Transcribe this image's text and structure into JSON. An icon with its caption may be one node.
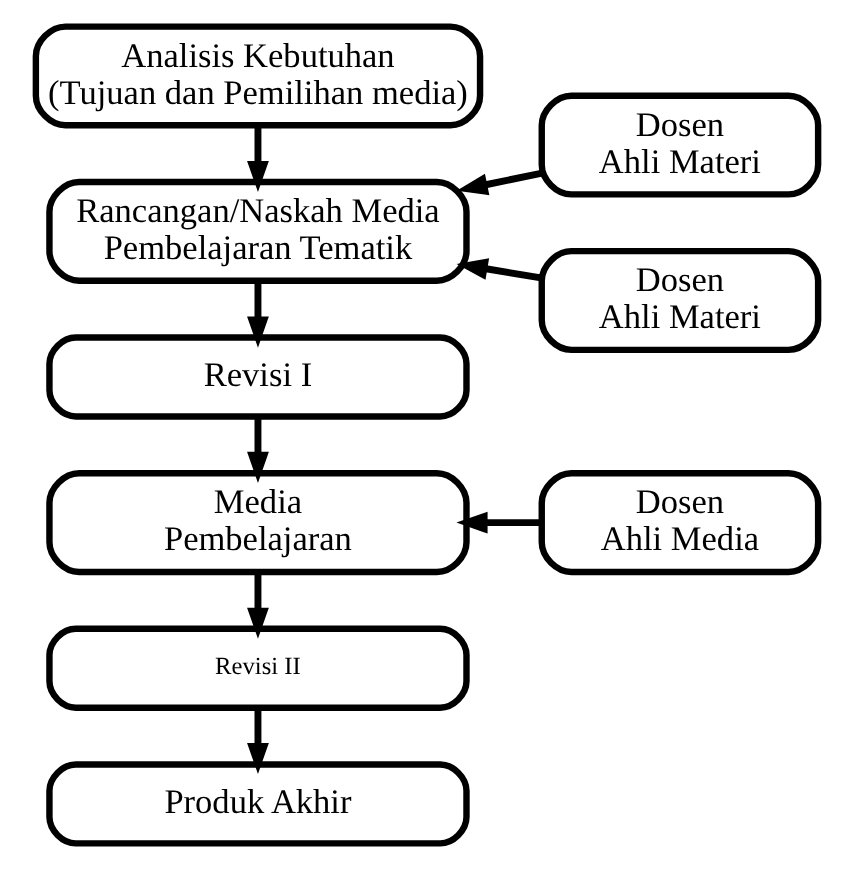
{
  "diagram": {
    "nodes": [
      {
        "text": [
          "Analisis Kebutuhan (Tujuan dan Pemilihan media)"
        ]
      },
      {
        "text": [
          "Rancangan/Naskah Media Pembelajaran Tematik"
        ]
      },
      {
        "text": [
          "Dosen Ahli Materi"
        ]
      },
      {
        "text": [
          "Dosen Ahli Materi"
        ]
      },
      {
        "text": [
          "Revisi I"
        ]
      },
      {
        "text": [
          "Media Pembelajaran"
        ]
      },
      {
        "text": [
          "Dosen Ahli Media"
        ]
      },
      {
        "text": [
          "Revisi II"
        ]
      },
      {
        "text": [
          "Produk Akhir"
        ]
      }
    ],
    "edges": [
      {
        "from": 0,
        "to": 1,
        "arrow": "to"
      },
      {
        "from": 2,
        "to": 1,
        "arrow": "to"
      },
      {
        "from": 3,
        "to": 1,
        "arrow": "to"
      },
      {
        "from": 1,
        "to": 4,
        "arrow": "to"
      },
      {
        "from": 4,
        "to": 5,
        "arrow": "to"
      },
      {
        "from": 6,
        "to": 5,
        "arrow": "to"
      },
      {
        "from": 5,
        "to": 7,
        "arrow": "to"
      },
      {
        "from": 7,
        "to": 8,
        "arrow": "to"
      }
    ]
  }
}
